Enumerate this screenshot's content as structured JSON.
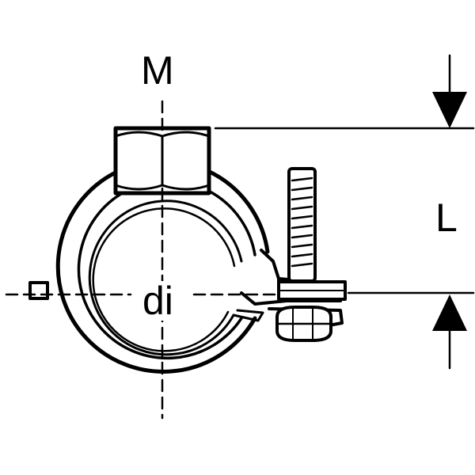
{
  "labels": {
    "thread_size": "M",
    "length": "L",
    "inner_diameter": "di"
  },
  "colors": {
    "line": "#000000",
    "background": "#ffffff"
  }
}
